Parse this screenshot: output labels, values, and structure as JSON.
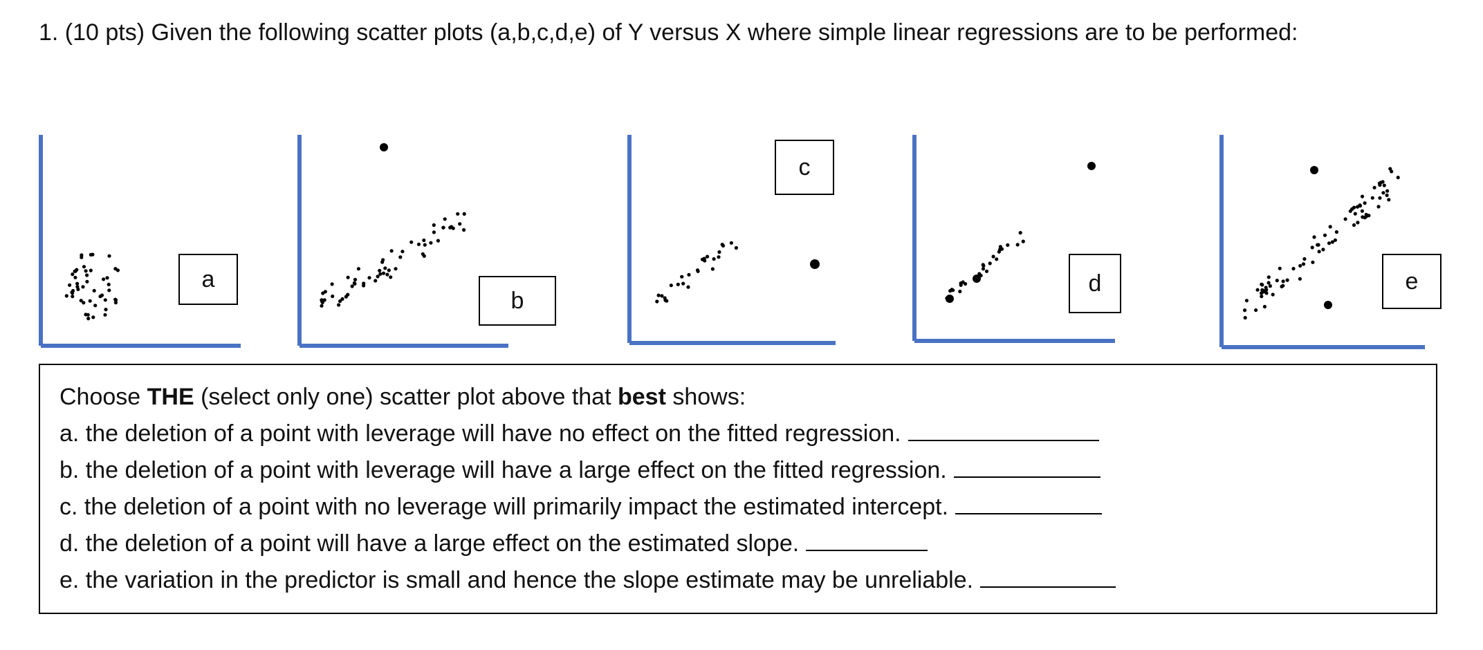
{
  "question": {
    "title": "1. (10 pts) Given the following scatter plots (a,b,c,d,e) of Y versus X where simple linear regressions are to be performed:"
  },
  "plots": [
    {
      "label": "a"
    },
    {
      "label": "b"
    },
    {
      "label": "c"
    },
    {
      "label": "d"
    },
    {
      "label": "e"
    }
  ],
  "axis_color": "#4a72c4",
  "instructions": {
    "prefix": "Choose ",
    "the_word": "THE",
    "middle": " (select only one) scatter plot above that ",
    "best_word": "best",
    "suffix": " shows:"
  },
  "items": [
    {
      "text": "a. the deletion of a point with leverage will have no effect on the fitted regression."
    },
    {
      "text": "b. the deletion of a point with leverage will have a large effect on the fitted regression."
    },
    {
      "text": "c. the deletion of a point with no leverage will primarily impact the estimated intercept."
    },
    {
      "text": "d.  the deletion of a point will have a large effect on the estimated slope."
    },
    {
      "text": "e. the variation in the predictor is small and hence the slope estimate may be unreliable."
    }
  ]
}
